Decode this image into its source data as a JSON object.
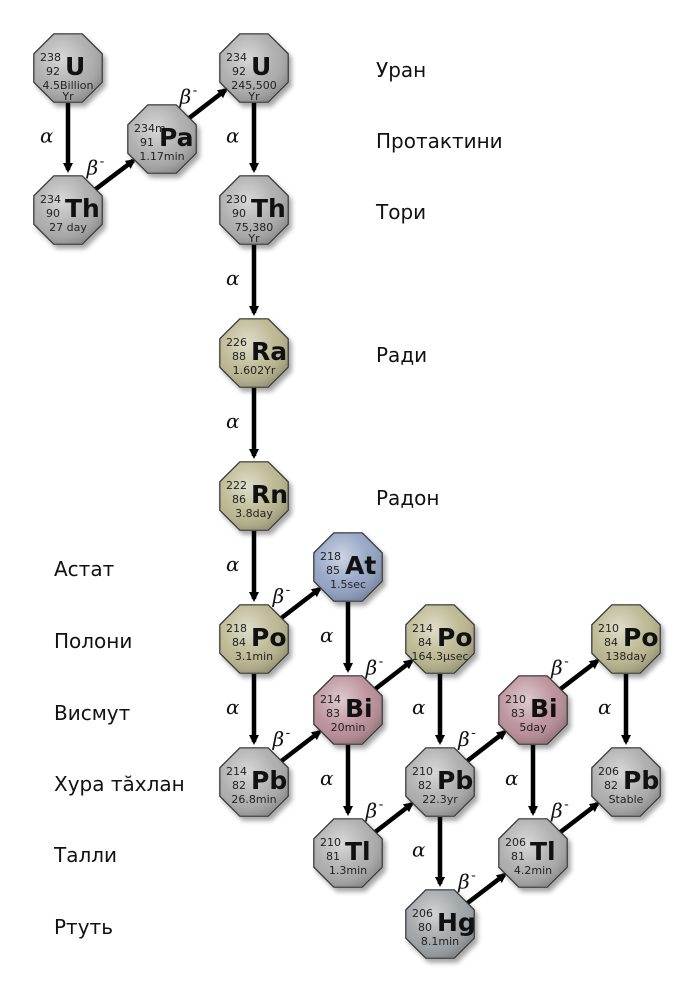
{
  "element_labels": [
    {
      "id": "U",
      "text": "Уран"
    },
    {
      "id": "Pa",
      "text": "Протактини"
    },
    {
      "id": "Th",
      "text": "Тори"
    },
    {
      "id": "Ra",
      "text": "Ради"
    },
    {
      "id": "Rn",
      "text": "Радон"
    },
    {
      "id": "At",
      "text": "Астат"
    },
    {
      "id": "Po",
      "text": "Полони"
    },
    {
      "id": "Bi",
      "text": "Висмут"
    },
    {
      "id": "Pb",
      "text": "Хура тăхлан"
    },
    {
      "id": "Tl",
      "text": "Талли"
    },
    {
      "id": "Hg",
      "text": "Ртуть"
    }
  ],
  "colors": {
    "gray": "#a9a9a9",
    "olive": "#b8b48c",
    "blue": "#8fa0c2",
    "pink": "#b88b96",
    "slate": "#9aa0a4",
    "arrow": "#000000"
  },
  "nuclides": [
    {
      "id": "U238",
      "mass": "238",
      "z": "92",
      "symbol": "U",
      "half_life": "4.5Billion",
      "half_life_2": "Yr",
      "color": "gray"
    },
    {
      "id": "Th234",
      "mass": "234",
      "z": "90",
      "symbol": "Th",
      "half_life": "27 day",
      "half_life_2": "",
      "color": "gray"
    },
    {
      "id": "Pa234m",
      "mass": "234m",
      "z": "91",
      "symbol": "Pa",
      "half_life": "1.17min",
      "half_life_2": "",
      "color": "gray"
    },
    {
      "id": "U234",
      "mass": "234",
      "z": "92",
      "symbol": "U",
      "half_life": "245,500",
      "half_life_2": "Yr",
      "color": "gray"
    },
    {
      "id": "Th230",
      "mass": "230",
      "z": "90",
      "symbol": "Th",
      "half_life": "75,380",
      "half_life_2": "Yr",
      "color": "gray"
    },
    {
      "id": "Ra226",
      "mass": "226",
      "z": "88",
      "symbol": "Ra",
      "half_life": "1.602Yr",
      "half_life_2": "",
      "color": "olive"
    },
    {
      "id": "Rn222",
      "mass": "222",
      "z": "86",
      "symbol": "Rn",
      "half_life": "3.8day",
      "half_life_2": "",
      "color": "olive"
    },
    {
      "id": "Po218",
      "mass": "218",
      "z": "84",
      "symbol": "Po",
      "half_life": "3.1min",
      "half_life_2": "",
      "color": "olive"
    },
    {
      "id": "At218",
      "mass": "218",
      "z": "85",
      "symbol": "At",
      "half_life": "1.5sec",
      "half_life_2": "",
      "color": "blue"
    },
    {
      "id": "Pb214",
      "mass": "214",
      "z": "82",
      "symbol": "Pb",
      "half_life": "26.8min",
      "half_life_2": "",
      "color": "gray"
    },
    {
      "id": "Bi214",
      "mass": "214",
      "z": "83",
      "symbol": "Bi",
      "half_life": "20min",
      "half_life_2": "",
      "color": "pink"
    },
    {
      "id": "Po214",
      "mass": "214",
      "z": "84",
      "symbol": "Po",
      "half_life": "164.3µsec",
      "half_life_2": "",
      "color": "olive"
    },
    {
      "id": "Tl210",
      "mass": "210",
      "z": "81",
      "symbol": "Tl",
      "half_life": "1.3min",
      "half_life_2": "",
      "color": "gray"
    },
    {
      "id": "Pb210",
      "mass": "210",
      "z": "82",
      "symbol": "Pb",
      "half_life": "22.3yr",
      "half_life_2": "",
      "color": "gray"
    },
    {
      "id": "Bi210",
      "mass": "210",
      "z": "83",
      "symbol": "Bi",
      "half_life": "5day",
      "half_life_2": "",
      "color": "pink"
    },
    {
      "id": "Po210",
      "mass": "210",
      "z": "84",
      "symbol": "Po",
      "half_life": "138day",
      "half_life_2": "",
      "color": "olive"
    },
    {
      "id": "Hg206",
      "mass": "206",
      "z": "80",
      "symbol": "Hg",
      "half_life": "8.1min",
      "half_life_2": "",
      "color": "slate"
    },
    {
      "id": "Tl206",
      "mass": "206",
      "z": "81",
      "symbol": "Tl",
      "half_life": "4.2min",
      "half_life_2": "",
      "color": "gray"
    },
    {
      "id": "Pb206",
      "mass": "206",
      "z": "82",
      "symbol": "Pb",
      "half_life": "Stable",
      "half_life_2": "",
      "color": "gray"
    }
  ],
  "decays": [
    {
      "from": "U238",
      "to": "Th234",
      "type": "alpha",
      "label": "α"
    },
    {
      "from": "Th234",
      "to": "Pa234m",
      "type": "beta",
      "label": "β",
      "sup": "-"
    },
    {
      "from": "Pa234m",
      "to": "U234",
      "type": "beta",
      "label": "β",
      "sup": "-"
    },
    {
      "from": "U234",
      "to": "Th230",
      "type": "alpha",
      "label": "α"
    },
    {
      "from": "Th230",
      "to": "Ra226",
      "type": "alpha",
      "label": "α"
    },
    {
      "from": "Ra226",
      "to": "Rn222",
      "type": "alpha",
      "label": "α"
    },
    {
      "from": "Rn222",
      "to": "Po218",
      "type": "alpha",
      "label": "α"
    },
    {
      "from": "Po218",
      "to": "At218",
      "type": "beta",
      "label": "β",
      "sup": "-"
    },
    {
      "from": "Po218",
      "to": "Pb214",
      "type": "alpha",
      "label": "α"
    },
    {
      "from": "At218",
      "to": "Bi214",
      "type": "alpha",
      "label": "α"
    },
    {
      "from": "Pb214",
      "to": "Bi214",
      "type": "beta",
      "label": "β",
      "sup": "-"
    },
    {
      "from": "Bi214",
      "to": "Po214",
      "type": "beta",
      "label": "β",
      "sup": "-"
    },
    {
      "from": "Bi214",
      "to": "Tl210",
      "type": "alpha",
      "label": "α"
    },
    {
      "from": "Po214",
      "to": "Pb210",
      "type": "alpha",
      "label": "α"
    },
    {
      "from": "Tl210",
      "to": "Pb210",
      "type": "beta",
      "label": "β",
      "sup": "-"
    },
    {
      "from": "Pb210",
      "to": "Bi210",
      "type": "beta",
      "label": "β",
      "sup": "-"
    },
    {
      "from": "Pb210",
      "to": "Hg206",
      "type": "alpha",
      "label": "α"
    },
    {
      "from": "Bi210",
      "to": "Po210",
      "type": "beta",
      "label": "β",
      "sup": "-"
    },
    {
      "from": "Bi210",
      "to": "Tl206",
      "type": "alpha",
      "label": "α"
    },
    {
      "from": "Po210",
      "to": "Pb206",
      "type": "alpha",
      "label": "α"
    },
    {
      "from": "Hg206",
      "to": "Tl206",
      "type": "beta",
      "label": "β",
      "sup": "-"
    },
    {
      "from": "Tl206",
      "to": "Pb206",
      "type": "beta",
      "label": "β",
      "sup": "-"
    }
  ]
}
